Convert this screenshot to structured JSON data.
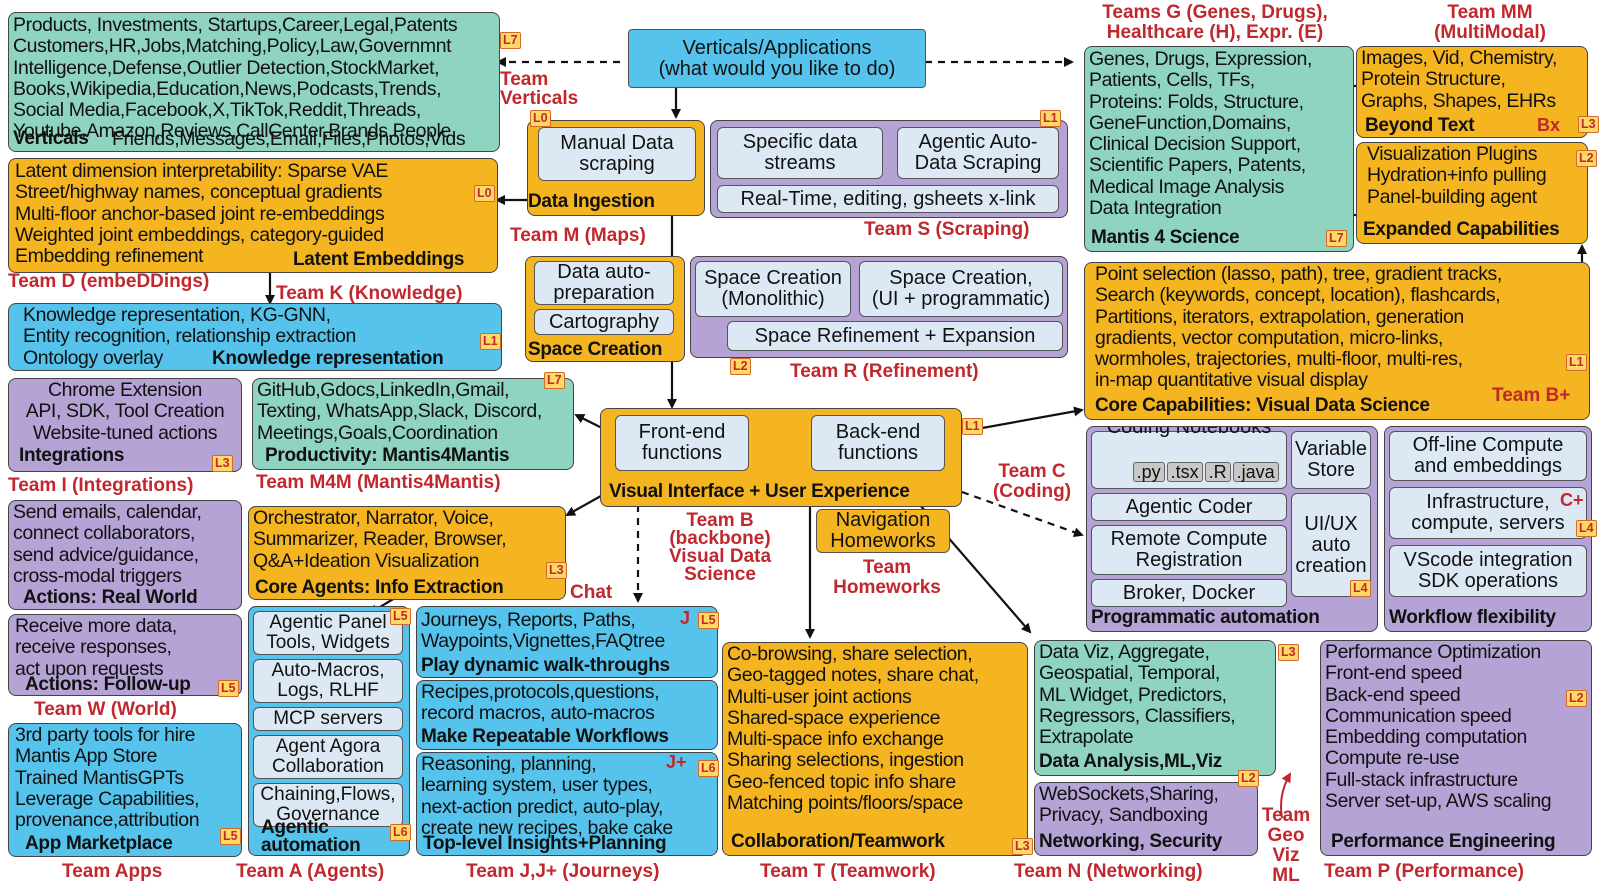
{
  "center": {
    "verticals_apps": "Verticals/Applications\n(what would you like to do)",
    "vi_ux": "Visual Interface + User Experience",
    "frontend": "Front-end\nfunctions",
    "backend": "Back-end\nfunctions"
  },
  "verticals": {
    "text": "Products, Investments, Startups,Career,Legal,Patents\nCustomers,HR,Jobs,Matching,Policy,Law,Governmnt\nIntelligence,Defense,Outlier Detection,StockMarket,\nBooks,Wikipedia,Education,News,Podcasts,Trends,\nSocial Media,Facebook,X,TikTok,Reddit,Threads,\nYoutube,Amazon,Reviews,CallCenter,Brands,People,",
    "last_line": "Friends,Messages,Email,Files,Photos,Vids",
    "title": "Verticals",
    "tag": "L7",
    "team": "Team\nVerticals"
  },
  "latent": {
    "text": "Latent dimension interpretability: Sparse VAE\nStreet/highway names, conceptual gradients\nMulti-floor anchor-based joint re-embeddings\nWeighted joint embeddings, category-guided\nEmbedding refinement",
    "title": "Latent Embeddings",
    "tag": "L0",
    "team": "Team D (embeDDings)"
  },
  "knowledge": {
    "team": "Team K (Knowledge)",
    "text": "Knowledge representation, KG-GNN,\nEntity recognition, relationship extraction\nOntology overlay",
    "title": "Knowledge representation",
    "tag": "L1"
  },
  "integrations": {
    "text": "Chrome Extension\nAPI, SDK, Tool Creation\nWebsite-tuned actions",
    "title": "Integrations",
    "tag": "L3",
    "team": "Team I (Integrations)"
  },
  "productivity": {
    "text": "GitHub,Gdocs,LinkedIn,Gmail,\nTexting, WhatsApp,Slack, Discord,\nMeetings,Goals,Coordination",
    "title": "Productivity: Mantis4Mantis",
    "tag": "L7",
    "team": "Team M4M (Mantis4Mantis)"
  },
  "actions_real": {
    "text": "Send emails, calendar,\nconnect collaborators,\nsend advice/guidance,\ncross-modal triggers",
    "title": "Actions: Real World"
  },
  "actions_follow": {
    "text": "Receive more data,\nreceive responses,\nact upon requests",
    "title": "Actions: Follow-up",
    "tag": "L5",
    "team": "Team W (World)"
  },
  "marketplace": {
    "text": "3rd party tools for hire\nMantis App Store\nTrained MantisGPTs\nLeverage Capabilities,\nprovenance,attribution",
    "title": "App Marketplace",
    "tag": "L5",
    "team": "Team Apps"
  },
  "core_agents": {
    "text": "Orchestrator, Narrator, Voice,\nSummarizer, Reader, Browser,\nQ&A+Ideation Visualization",
    "title": "Core Agents: Info Extraction",
    "tag": "L3",
    "chat": "Chat"
  },
  "agentic": {
    "panel": "Agentic Panel\nTools, Widgets",
    "macros": "Auto-Macros,\nLogs, RLHF",
    "mcp": "MCP servers",
    "agora": "Agent Agora\nCollaboration",
    "chaining": "Chaining,Flows,\nGovernance",
    "title": "Agentic\nautomation",
    "tag_top": "L5",
    "tag_bottom": "L6",
    "team": "Team A (Agents)"
  },
  "journeys": {
    "walk_text": "Journeys, Reports, Paths,\nWaypoints,Vignettes,FAQtree",
    "walk_title": "Play dynamic walk-throughs",
    "walk_j": "J",
    "walk_tag": "L5",
    "recipes_text": "Recipes,protocols,questions,\nrecord macros, auto-macros",
    "recipes_title": "Make Repeatable Workflows",
    "reason_text": "Reasoning, planning,\nlearning system, user types,\nnext-action predict, auto-play,\ncreate new recipes, bake cake",
    "reason_title": "Top-level Insights+Planning",
    "reason_j": "J+",
    "reason_tag": "L6",
    "team": "Team J,J+ (Journeys)"
  },
  "ingestion": {
    "manual": "Manual Data\nscraping",
    "title": "Data Ingestion",
    "tag": "L0",
    "team": "Team M (Maps)"
  },
  "scraping": {
    "streams": "Specific data\nstreams",
    "agentic": "Agentic Auto-\nData Scraping",
    "realtime": "Real-Time, editing, gsheets x-link",
    "tag": "L1",
    "team": "Team S (Scraping)"
  },
  "space_creation": {
    "prep": "Data auto-\npreparation",
    "carto": "Cartography",
    "title": "Space Creation"
  },
  "refinement": {
    "mono": "Space Creation\n(Monolithic)",
    "ui": "Space Creation,\n(UI + programmatic)",
    "refine": "Space Refinement + Expansion",
    "tag": "L2",
    "team": "Team R (Refinement)"
  },
  "team_b": {
    "label": "Team B\n(backbone)\nVisual Data\nScience",
    "tag": "L1"
  },
  "homeworks": {
    "box": "Navigation\nHomeworks",
    "team": "Team\nHomeworks"
  },
  "collab": {
    "text": "Co-browsing, share selection,\nGeo-tagged notes, share chat,\nMulti-user joint actions\nShared-space experience\nMulti-space info exchange\nSharing selections, ingestion\nGeo-fenced topic info share\nMatching points/floors/space",
    "title": "Collaboration/Teamwork",
    "tag": "L3",
    "team": "Team T (Teamwork)"
  },
  "data_analysis": {
    "text": "Data Viz, Aggregate,\nGeospatial, Temporal,\nML Widget, Predictors,\nRegressors, Classifiers,\nExtrapolate",
    "title": "Data Analysis,ML,Viz",
    "tag": "L3"
  },
  "networking": {
    "text": "WebSockets,Sharing,\nPrivacy, Sandboxing",
    "title": "Networking, Security",
    "tag": "L2",
    "team": "Team N (Networking)"
  },
  "geo_viz": {
    "team": "Team\nGeo\nViz\nML"
  },
  "performance": {
    "text": "Performance Optimization\nFront-end speed\nBack-end speed\nCommunication speed\nEmbedding computation\nCompute re-use\nFull-stack infrastructure\nServer set-up, AWS scaling",
    "title": "Performance Engineering",
    "tag": "L2",
    "team": "Team P (Performance)"
  },
  "mantis_science": {
    "team": "Teams G (Genes, Drugs),\nHealthcare (H), Expr. (E)",
    "text": "Genes, Drugs, Expression,\nPatients, Cells, TFs,\nProteins: Folds, Structure,\nGeneFunction,Domains,\nClinical Decision Support,\nScientific Papers, Patents,\nMedical Image Analysis\nData Integration",
    "title": "Mantis 4 Science",
    "tag": "L7"
  },
  "beyond_text": {
    "team": "Team MM\n(MultiModal)",
    "text": "Images, Vid, Chemistry,\nProtein Structure,\nGraphs, Shapes, EHRs",
    "title": "Beyond Text",
    "bx": "Bx",
    "tag": "L3"
  },
  "expanded": {
    "text": "Visualization Plugins\nHydration+info pulling\nPanel-building agent",
    "title": "Expanded Capabilities",
    "tag": "L2"
  },
  "core_caps": {
    "text": "Point selection (lasso, path), tree, gradient tracks,\nSearch (keywords, concept, location), flashcards,\nPartitions, iterators, extrapolation, generation\ngradients, vector computation, micro-links,\nwormholes, trajectories, multi-floor, multi-res,\nin-map quantitative visual display",
    "title": "Core Capabilities: Visual Data Science",
    "tag": "L1",
    "team": "Team B+"
  },
  "programmatic": {
    "notebooks": "Coding Notebooks",
    "chips": [
      ".py",
      ".tsx",
      ".R",
      ".java"
    ],
    "variable": "Variable\nStore",
    "coder": "Agentic Coder",
    "remote": "Remote Compute\nRegistration",
    "uiux": "UI/UX\nauto\ncreation",
    "broker": "Broker, Docker",
    "title": "Programmatic automation",
    "tag": "L4",
    "team": "Team C\n(Coding)"
  },
  "workflow": {
    "offline": "Off-line Compute\nand embeddings",
    "infra": "Infrastructure,\ncompute, servers",
    "vscode": "VScode integration\nSDK operations",
    "title": "Workflow flexibility",
    "cplus": "C+",
    "tag": "L4"
  }
}
